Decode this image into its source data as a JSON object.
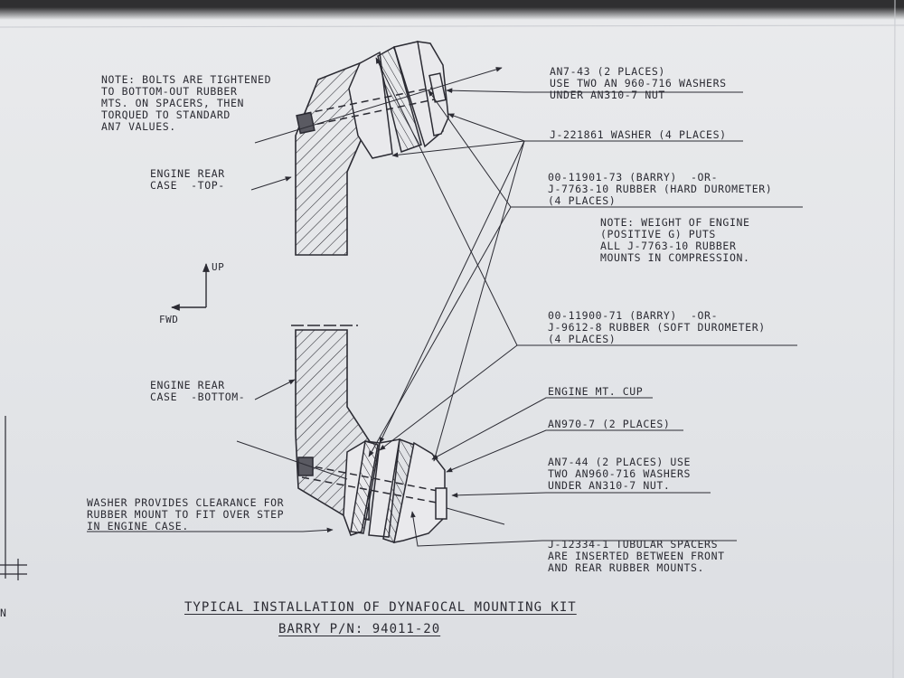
{
  "callouts": {
    "bolts_note": "NOTE: BOLTS ARE TIGHTENED\nTO BOTTOM-OUT RUBBER\nMTS. ON SPACERS, THEN\nTORQUED TO STANDARD\nAN7 VALUES.",
    "engine_rear_case_top": "ENGINE REAR\nCASE  -TOP-",
    "engine_rear_case_bottom": "ENGINE REAR\nCASE  -BOTTOM-",
    "washer_clearance": "WASHER PROVIDES CLEARANCE FOR\nRUBBER MOUNT TO FIT OVER STEP\nIN ENGINE CASE.",
    "an7_43": "AN7-43 (2 PLACES)\nUSE TWO AN 960-716 WASHERS\nUNDER AN310-7 NUT",
    "j221861": "J-221861 WASHER (4 PLACES)",
    "hard_rubber": "00-11901-73 (BARRY)  -OR-\nJ-7763-10 RUBBER (HARD DUROMETER)\n(4 PLACES)",
    "weight_note": "NOTE: WEIGHT OF ENGINE\n(POSITIVE G) PUTS\nALL J-7763-10 RUBBER\nMOUNTS IN COMPRESSION.",
    "soft_rubber": "00-11900-71 (BARRY)  -OR-\nJ-9612-8 RUBBER (SOFT DUROMETER)\n(4 PLACES)",
    "engine_mt_cup": "ENGINE MT. CUP",
    "an970": "AN970-7 (2 PLACES)",
    "an7_44": "AN7-44 (2 PLACES) USE\nTWO AN960-716 WASHERS\nUNDER AN310-7 NUT.",
    "spacers": "J-12334-1 TUBULAR SPACERS\nARE INSERTED BETWEEN FRONT\nAND REAR RUBBER MOUNTS."
  },
  "axes": {
    "up": "UP",
    "fwd": "FWD"
  },
  "title": {
    "line1": "TYPICAL INSTALLATION OF DYNAFOCAL MOUNTING KIT",
    "line2": "BARRY P/N: 94011-20"
  },
  "edge_text": "N",
  "colors": {
    "ink": "#2b2b33",
    "paper": "#e6e8eb",
    "rubber": "#e9e9ec"
  }
}
